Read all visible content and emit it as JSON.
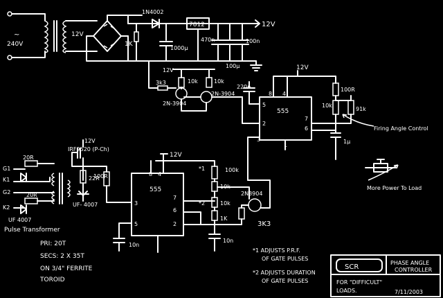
{
  "labels": {
    "ac_symbol": "~",
    "ac_voltage": "240V",
    "xfmr_secondary": "12V",
    "diode": "1N4002",
    "regulator": "7812",
    "out_12v": "12V",
    "r_1k_bleed": "1K",
    "c_1000u": "1000µ",
    "c_470n": "470n",
    "c_100u": "100µ",
    "c_100n": "100n",
    "supply_12v": "12V",
    "r_3k3": "3k3",
    "r_10k_a": "10k",
    "r_10k_b": "10k",
    "q_2n3904_a": "2N-3904",
    "q_2n3904_b": "2N-3904",
    "c_220n": "220n",
    "c_1u": "1µ",
    "r_100r": "100R",
    "pot_10k": "10k",
    "r_91k": "91k",
    "ic_555_top": "555",
    "pin_8": "8",
    "pin_4": "4",
    "pin_7": "7",
    "pin_6": "6",
    "pin_5": "5",
    "pin_2": "2",
    "pin_3": "3",
    "pin_1": "1",
    "firing_angle": "Firing Angle Control",
    "more_power": "More Power To Load",
    "mosfet": "IRF9520 (P-Ch)",
    "mosfet_12v": "12V",
    "g1": "G1",
    "k1": "K1",
    "g2": "G2",
    "k2": "K2",
    "r_20r_a": "20R",
    "r_20r_b": "20R",
    "diode_uf": "UF 4007",
    "diode_uf2": "UF- 4007",
    "r_22r": "22R",
    "r_100r_b": "100R",
    "ic_555_bottom": "555",
    "pin_b8": "8",
    "pin_b4": "4",
    "pin_b7": "7",
    "pin_b6": "6",
    "pin_b2": "2",
    "pin_b3": "3",
    "pin_b5": "5",
    "ic2_12v": "12V",
    "c_10n_a": "10n",
    "c_10n_b": "10n",
    "pot_100k": "100k",
    "r_10k_c": "10k",
    "pot_10k_b": "10k",
    "r_1k_b": "1K",
    "r_3k3_b": "3K3",
    "q_2n3904_c": "2N3904",
    "mark_1": "*1",
    "mark_2": "*2",
    "pulse_title": "Pulse Transformer",
    "pri": "PRI: 20T",
    "secs": "SECS: 2 X 35T",
    "ferrite": "ON 3/4\" FERRITE",
    "toroid": "TOROID",
    "note1_a": "*1 ADJUSTS P.R.F.",
    "note1_b": "OF GATE PULSES",
    "note2_a": "*2 ADJUSTS DURATION",
    "note2_b": "OF GATE PULSES",
    "title_logo": "SCR",
    "title_1": "PHASE ANGLE",
    "title_2": "CONTROLLER",
    "title_3": "FOR \"DIFFICULT\"",
    "title_4": "LOADS.",
    "date": "7/11/2003"
  }
}
